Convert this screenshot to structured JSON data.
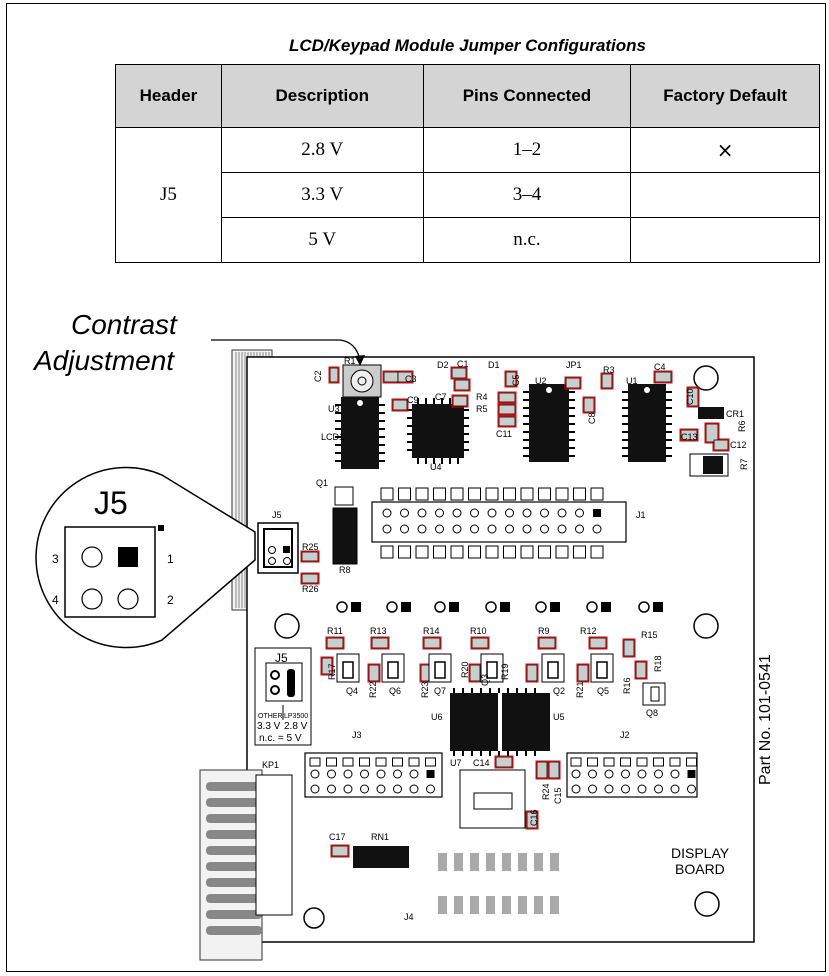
{
  "table": {
    "title": "LCD/Keypad Module Jumper Configurations",
    "headers": [
      "Header",
      "Description",
      "Pins Connected",
      "Factory Default"
    ],
    "header_name": "J5",
    "rows": [
      {
        "description": "2.8 V",
        "pins": "1–2",
        "default": "×"
      },
      {
        "description": "3.3 V",
        "pins": "3–4",
        "default": ""
      },
      {
        "description": "5 V",
        "pins": "n.c.",
        "default": ""
      }
    ]
  },
  "diagram": {
    "callout_contrast_line1": "Contrast",
    "callout_contrast_line2": "Adjustment",
    "zoom_label": "J5",
    "zoom_pins": [
      "3",
      "1",
      "4",
      "2"
    ],
    "part_number": "Part No. 101-0541",
    "display_board_line1": "DISPLAY",
    "display_board_line2": "BOARD",
    "j5_small": "J5",
    "j5_other": "OTHER",
    "j5_lp": "LP3500",
    "j5_33": "3.3 V",
    "j5_28": "2.8 V",
    "j5_nc": "n.c. = 5 V",
    "designators": {
      "lcd1": "LCD1",
      "u3": "U3",
      "u4": "U4",
      "u2": "U2",
      "u1": "U1",
      "c2": "C2",
      "r1": "R1",
      "c3": "C3",
      "d2": "D2",
      "c1": "C1",
      "d1": "D1",
      "c5": "C5",
      "jp1": "JP1",
      "r3": "R3",
      "c4": "C4",
      "c9": "C9",
      "c7": "C7",
      "r4": "R4",
      "r5": "R5",
      "c11": "C11",
      "c8": "C8",
      "c10": "C10",
      "cr1": "CR1",
      "r6": "R6",
      "c13": "C13",
      "c12": "C12",
      "r7": "R7",
      "q1": "Q1",
      "j5": "J5",
      "r25": "R25",
      "r26": "R26",
      "r8": "R8",
      "j1": "J1",
      "r11": "R11",
      "r13": "R13",
      "r14": "R14",
      "r10": "R10",
      "r9": "R9",
      "r12": "R12",
      "r15": "R15",
      "r17": "R17",
      "q4": "Q4",
      "r22": "R22",
      "q6": "Q6",
      "r23": "R23",
      "q7": "Q7",
      "r20": "R20",
      "q3": "Q3",
      "r19": "R19",
      "q2": "Q2",
      "r21": "R21",
      "q5": "Q5",
      "r16": "R16",
      "r18": "R18",
      "q8": "Q8",
      "u6": "U6",
      "u5": "U5",
      "j3": "J3",
      "j2": "J2",
      "kp1": "KP1",
      "u7": "U7",
      "c14": "C14",
      "r24": "R24",
      "c15": "C15",
      "c16": "C16",
      "c17": "C17",
      "rn1": "RN1",
      "j4": "J4"
    }
  }
}
